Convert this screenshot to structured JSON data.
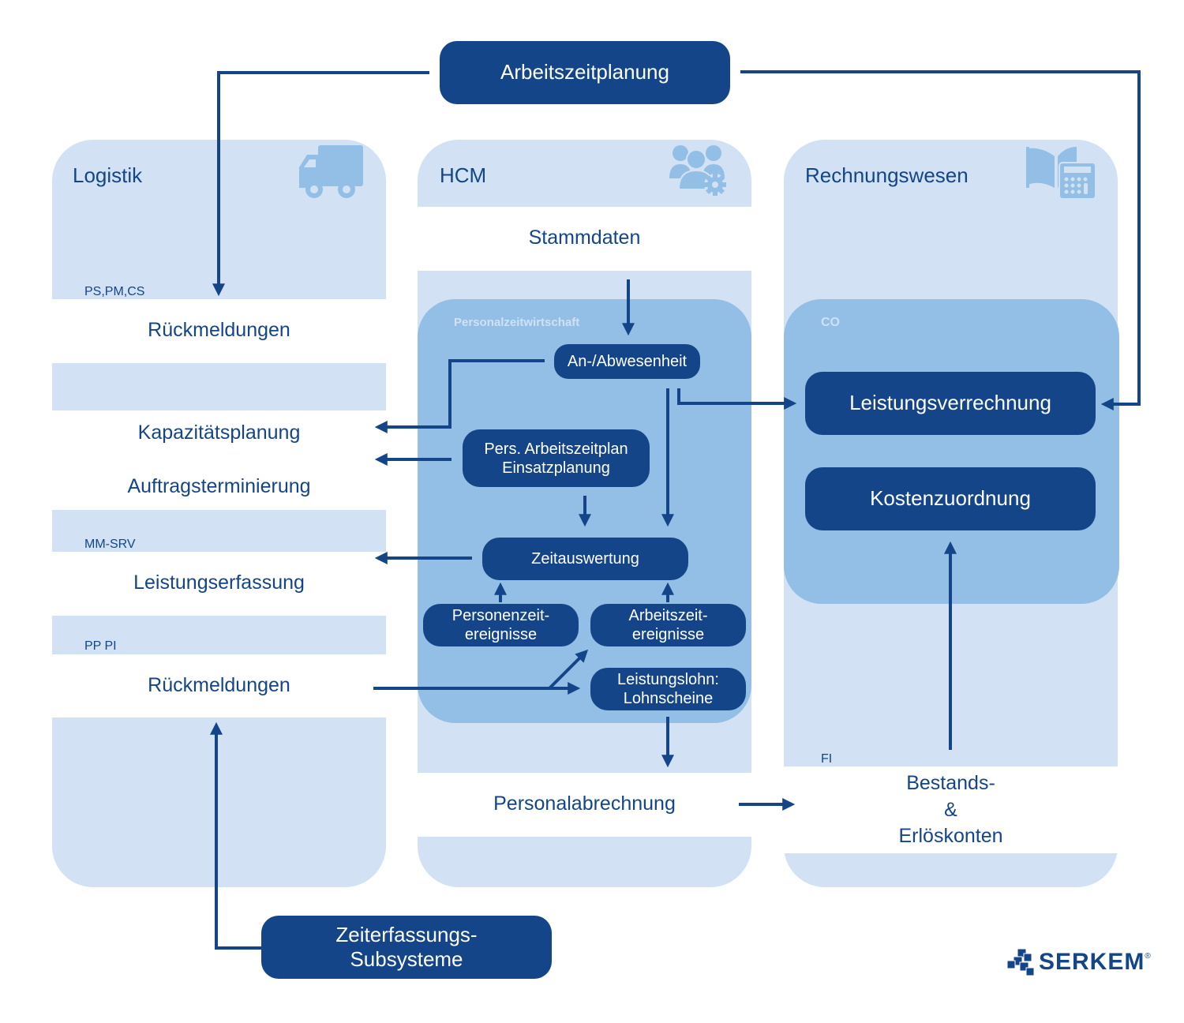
{
  "top_box": {
    "label": "Arbeitszeitplanung"
  },
  "bottom_box": {
    "label_line1": "Zeiterfassungs-",
    "label_line2": "Subsysteme"
  },
  "columns": {
    "logistik": {
      "title": "Logistik",
      "icon": "truck-icon",
      "tags": {
        "ps_pm_cs": "PS,PM,CS",
        "mm_srv": "MM-SRV",
        "pp_pi": "PP PI"
      },
      "items": {
        "rueckmeldungen_top": "Rückmeldungen",
        "kapazitaetsplanung": "Kapazitätsplanung",
        "auftragsterminierung": "Auftragsterminierung",
        "leistungserfassung": "Leistungserfassung",
        "rueckmeldungen_bottom": "Rückmeldungen"
      }
    },
    "hcm": {
      "title": "HCM",
      "icon": "users-gear-icon",
      "stammdaten": "Stammdaten",
      "sub_section": "Personalzeitwirtschaft",
      "boxes": {
        "an_abwesenheit": "An-/Abwesenheit",
        "pers_arbeitszeitplan_1": "Pers. Arbeitszeitplan",
        "pers_arbeitszeitplan_2": "Einsatzplanung",
        "zeitauswertung": "Zeitauswertung",
        "personenzeit_1": "Personenzeit-",
        "personenzeit_2": "ereignisse",
        "arbeitszeit_1": "Arbeitszeit-",
        "arbeitszeit_2": "ereignisse",
        "leistungslohn_1": "Leistungslohn:",
        "leistungslohn_2": "Lohnscheine"
      },
      "personalabrechnung": "Personalabrechnung"
    },
    "rechnungswesen": {
      "title": "Rechnungswesen",
      "icon": "book-calculator-icon",
      "sub_section": "CO",
      "boxes": {
        "leistungsverrechnung": "Leistungsverrechnung",
        "kostenzuordnung": "Kostenzuordnung"
      },
      "fi_tag": "FI",
      "bestand_1": "Bestands-",
      "bestand_2": "&",
      "bestand_3": "Erlöskonten"
    }
  },
  "brand": {
    "name": "SERKEM",
    "registered": "®"
  },
  "colors": {
    "dark_blue": "#134588",
    "light_blue": "#d2e2f4",
    "mid_blue": "#93bee6"
  }
}
